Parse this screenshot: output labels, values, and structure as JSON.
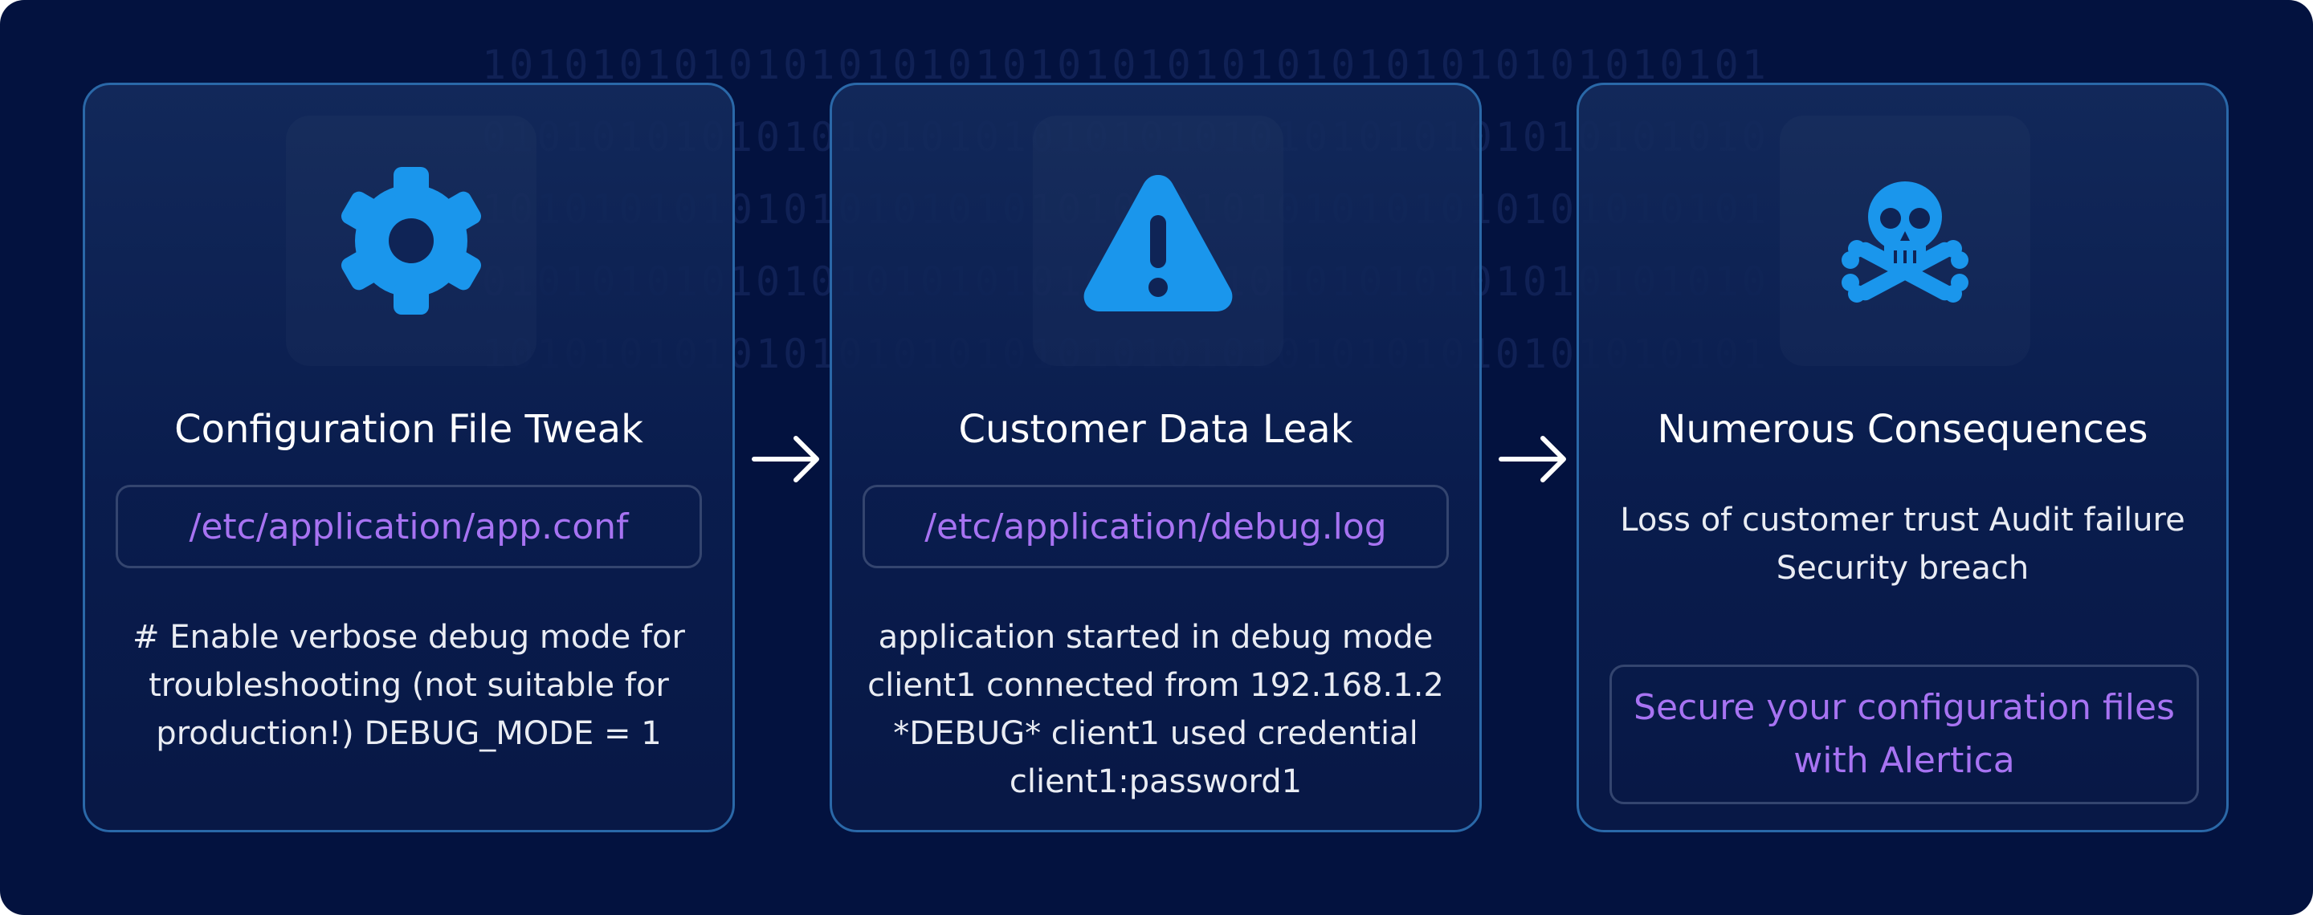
{
  "background_binary": [
    "10101010101010101010101010101010101010101010101",
    "01010101010101010101010101010101010101010101010",
    "10101010101010101010101010101010101010101010101",
    "01010101010101010101010101010101010101010101010",
    "10101010101010101010101010101010101010101010101"
  ],
  "colors": {
    "background": "#03123f",
    "card_border": "#2a68a8",
    "icon": "#1a96ec",
    "accent_text": "#a773f2"
  },
  "steps": [
    {
      "icon": "gear-icon",
      "title": "Configuration File Tweak",
      "path": "/etc/application/app.conf",
      "description": "# Enable verbose debug mode for troubleshooting (not suitable for production!) DEBUG_MODE = 1"
    },
    {
      "icon": "warning-icon",
      "title": "Customer Data Leak",
      "path": "/etc/application/debug.log",
      "description": "application started in debug mode client1 connected from 192.168.1.2 *DEBUG* client1 used credential client1:password1"
    },
    {
      "icon": "skull-crossbones-icon",
      "title": "Numerous Consequences",
      "consequences": "Loss of customer trust Audit failure Security breach",
      "cta": "Secure your configuration files with Alertica"
    }
  ],
  "connectors": [
    "arrow-right-icon",
    "arrow-right-icon"
  ]
}
